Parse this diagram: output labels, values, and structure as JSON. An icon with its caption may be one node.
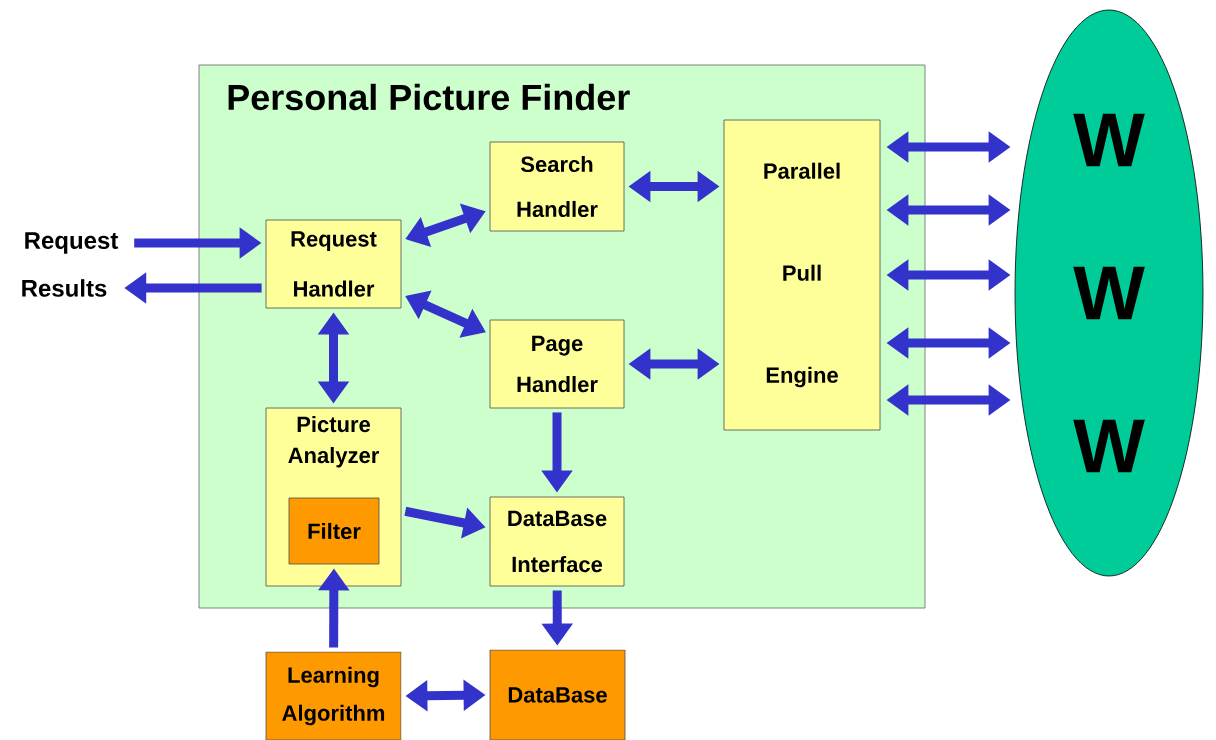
{
  "diagram": {
    "nodes": [
      {
        "text": [
          "Personal Picture Finder"
        ]
      },
      {
        "text": [
          "Search Handler"
        ],
        "in": 0
      },
      {
        "text": [
          "Parallel Pull Engine"
        ],
        "in": 0
      },
      {
        "text": [
          "Request Handler"
        ],
        "in": 0
      },
      {
        "text": [
          "Page Handler"
        ],
        "in": 0
      },
      {
        "text": [
          "Picture Analyzer"
        ],
        "in": 0
      },
      {
        "text": [
          "Filter"
        ],
        "in": 5
      },
      {
        "text": [
          "DataBase Interface"
        ],
        "in": 0
      },
      {
        "text": [
          "W W W"
        ]
      },
      {
        "text": [
          "Learning Algorithm"
        ]
      },
      {
        "text": [
          "DataBase"
        ]
      },
      {
        "text": [
          "Request"
        ]
      },
      {
        "text": [
          "Results"
        ]
      }
    ],
    "edges": [
      {
        "from": 11,
        "to": 3,
        "arrow": "to"
      },
      {
        "from": 3,
        "to": 12,
        "arrow": "to"
      },
      {
        "from": 3,
        "to": 1,
        "arrow": "both"
      },
      {
        "from": 1,
        "to": 2,
        "arrow": "both"
      },
      {
        "from": 3,
        "to": 4,
        "arrow": "both"
      },
      {
        "from": 4,
        "to": 2,
        "arrow": "both"
      },
      {
        "from": 3,
        "to": 5,
        "arrow": "both"
      },
      {
        "from": 4,
        "to": 7,
        "arrow": "to"
      },
      {
        "from": 5,
        "to": 7,
        "arrow": "to"
      },
      {
        "from": 7,
        "to": 10,
        "arrow": "to"
      },
      {
        "from": 9,
        "to": 6,
        "arrow": "to"
      },
      {
        "from": 9,
        "to": 10,
        "arrow": "both"
      },
      {
        "from": 2,
        "to": 8,
        "arrow": "both"
      },
      {
        "from": 2,
        "to": 8,
        "arrow": "both"
      },
      {
        "from": 2,
        "to": 8,
        "arrow": "both"
      },
      {
        "from": 2,
        "to": 8,
        "arrow": "both"
      },
      {
        "from": 2,
        "to": 8,
        "arrow": "both"
      }
    ]
  }
}
